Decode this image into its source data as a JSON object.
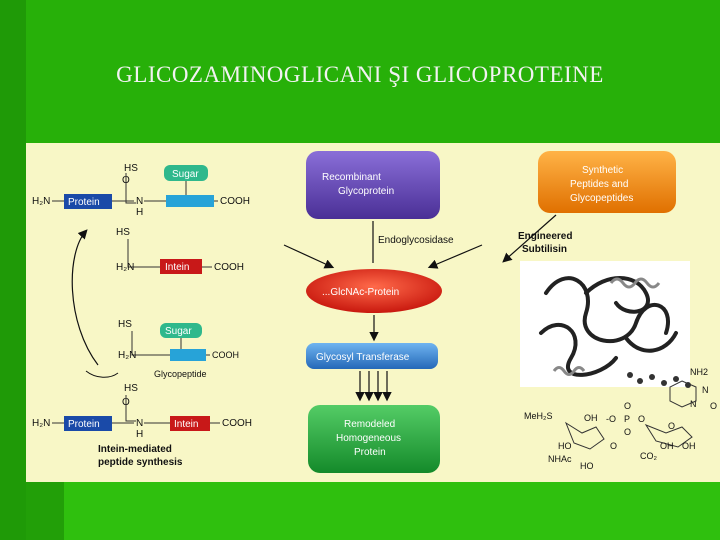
{
  "slide": {
    "title": "GLICOZAMINOGLICANI ŞI GLICOPROTEINE"
  },
  "colors": {
    "background": "#27b009",
    "panel": "#f8f7c6",
    "purple": "#5a3da6",
    "orange": "#f08a10",
    "red": "#e0281e",
    "blue": "#2f78c8",
    "green": "#1f9a3a"
  },
  "left": {
    "hs1": "HS",
    "o1": "O",
    "sugar1": "Sugar",
    "h2n1": "H₂N",
    "protein1": "Protein",
    "nh1": "N",
    "h1": "H",
    "cooh1": "COOH",
    "hs2": "HS",
    "h2n2": "H₂N",
    "intein1": "Intein",
    "cooh2": "COOH",
    "hs3": "HS",
    "sugar2": "Sugar",
    "h2n3": "H₂N",
    "cooh3": "COOH",
    "glycopeptide": "Glycopeptide",
    "hs4": "HS",
    "o2": "O",
    "h2n4": "H₂N",
    "protein2": "Protein",
    "nh2": "N",
    "h2": "H",
    "intein2": "Intein",
    "cooh4": "COOH",
    "caption1": "Intein-mediated",
    "caption2": "peptide   synthesis"
  },
  "center": {
    "recombinant1": "Recombinant",
    "recombinant2": "Glycoprotein",
    "synthetic1": "Synthetic",
    "synthetic2": "Peptides  and",
    "synthetic3": "Glycopeptides",
    "endo": "Endoglycosidase",
    "engineered1": "Engineered",
    "engineered2": "Subtilisin",
    "glcnac": "...GlcNAc-Protein",
    "transferase": "Glycosyl  Transferase",
    "remodeled1": "Remodeled",
    "remodeled2": "Homogeneous",
    "remodeled3": "Protein"
  },
  "chem": {
    "nh2": "NH2",
    "n1": "N",
    "n2": "N",
    "o1": "O",
    "o2": "O",
    "o3": "O",
    "meh": "MeH₂S",
    "oh1": "OH",
    "o4": "-O",
    "p": "P",
    "o5": "O",
    "o6": "O",
    "ho": "HO",
    "nhac": "NHAc",
    "ho2": "HO",
    "o7": "O",
    "oh2": "OH",
    "oh3": "OH",
    "co2": "CO₂"
  }
}
